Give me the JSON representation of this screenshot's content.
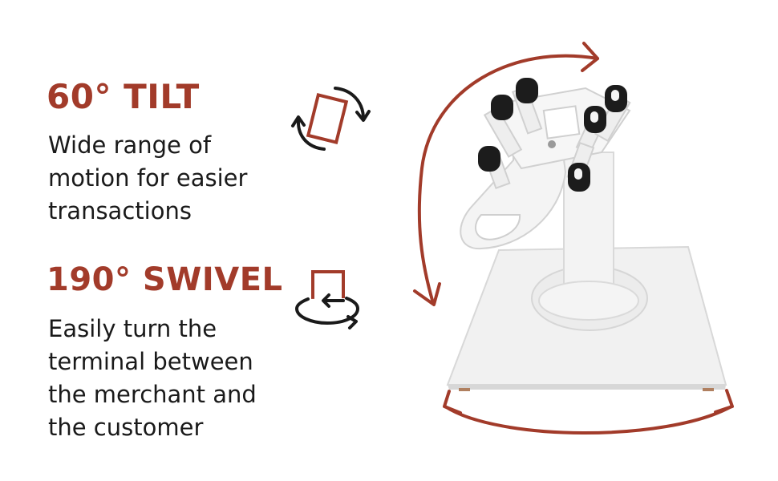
{
  "colors": {
    "accent": "#a23b2a",
    "text": "#1a1a1a",
    "stand": "#f3f3f3",
    "grip": "#1c1c1c"
  },
  "features": [
    {
      "title": "60° TILT",
      "description": "Wide range of\nmotion for easier\ntransactions",
      "icon": "tilt-rotate-icon"
    },
    {
      "title": "190° SWIVEL",
      "description": "Easily turn the\nterminal between\nthe merchant and\nthe customer",
      "icon": "swivel-rotate-icon"
    }
  ],
  "product": {
    "image": "payment-terminal-stand",
    "arrows": [
      "tilt-arc-arrow",
      "swivel-arc-arrow"
    ]
  }
}
